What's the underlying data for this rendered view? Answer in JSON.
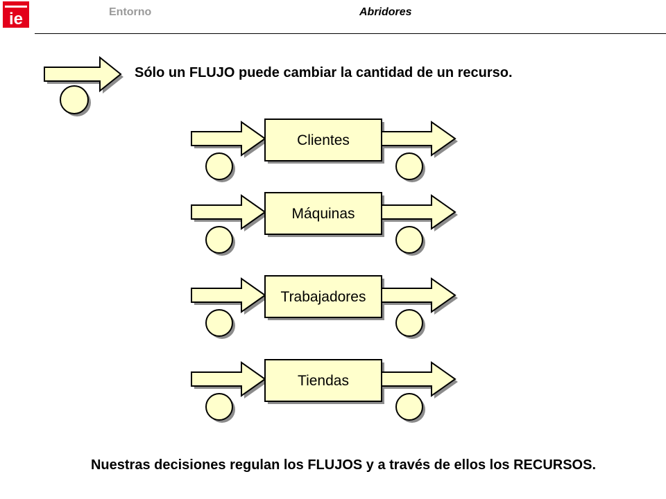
{
  "header": {
    "logo_icon": "ie-logo-icon",
    "logo_text": "ie",
    "section": "Entorno",
    "topic": "Abridores"
  },
  "headline": "Sólo un FLUJO puede cambiar la cantidad de un recurso.",
  "stocks": [
    {
      "label": "Clientes"
    },
    {
      "label": "Máquinas"
    },
    {
      "label": "Trabajadores"
    },
    {
      "label": "Tiendas"
    }
  ],
  "footer": "Nuestras decisiones regulan los FLUJOS y a través de ellos los RECURSOS.",
  "colors": {
    "fill": "#ffffcc",
    "shadow": "#8c8c8c",
    "stroke": "#000000",
    "logo": "#e3001b"
  }
}
